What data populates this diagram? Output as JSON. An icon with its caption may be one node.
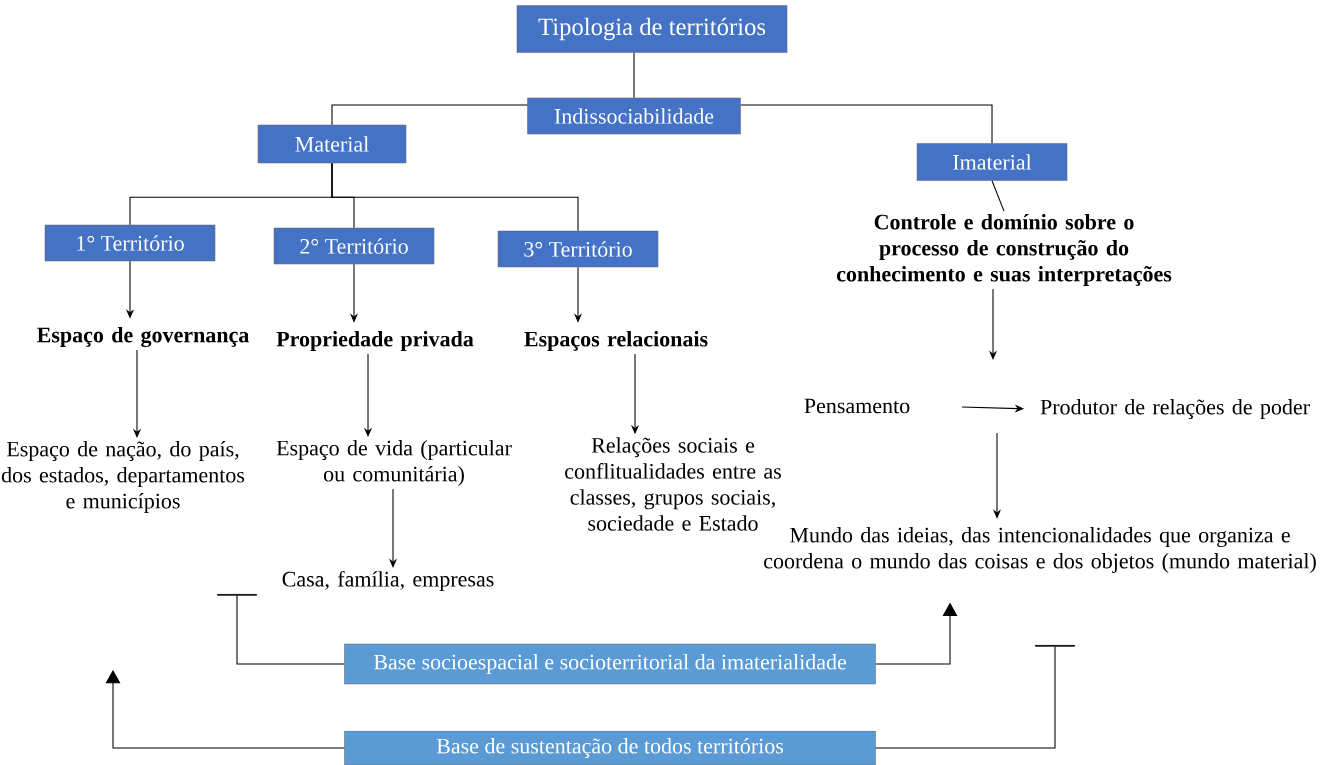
{
  "diagram": {
    "nodes": [
      {
        "text": [
          "Tipologia de territórios"
        ]
      },
      {
        "text": [
          "Indissociabilidade"
        ]
      },
      {
        "text": [
          "Material"
        ]
      },
      {
        "text": [
          "Imaterial"
        ]
      },
      {
        "text": [
          "1° Território"
        ]
      },
      {
        "text": [
          "2° Território"
        ]
      },
      {
        "text": [
          "3° Território"
        ]
      },
      {
        "text": [
          "Espaço de governança"
        ]
      },
      {
        "text": [
          "Propriedade privada"
        ]
      },
      {
        "text": [
          "Espaços relacionais"
        ]
      },
      {
        "text": [
          "Controle e domínio sobre o processo de construção do conhecimento e suas interpretações"
        ]
      },
      {
        "text": [
          "Espaço de nação, do país, dos estados, departamentos e municípios"
        ]
      },
      {
        "text": [
          "Espaço de vida (particular ou comunitária)"
        ]
      },
      {
        "text": [
          "Relações sociais e conflitualidades entre as classes, grupos sociais, sociedade e Estado"
        ]
      },
      {
        "text": [
          "Pensamento"
        ]
      },
      {
        "text": [
          "Produtor de relações de poder"
        ]
      },
      {
        "text": [
          "Casa, família, empresas"
        ]
      },
      {
        "text": [
          "Mundo das ideias, das intencionalidades que organiza e coordena o mundo das coisas e dos objetos (mundo material)"
        ]
      },
      {
        "text": [
          "Base socioespacial e socioterritorial da imaterialidade"
        ]
      },
      {
        "text": [
          "Base de sustentação de todos territórios"
        ]
      }
    ],
    "edges": [
      {
        "from": 0,
        "to": 1,
        "arrow": "none"
      },
      {
        "from": 1,
        "to": 2,
        "arrow": "none"
      },
      {
        "from": 1,
        "to": 3,
        "arrow": "none"
      },
      {
        "from": 2,
        "to": 4,
        "arrow": "none"
      },
      {
        "from": 2,
        "to": 5,
        "arrow": "none"
      },
      {
        "from": 2,
        "to": 6,
        "arrow": "none"
      },
      {
        "from": 3,
        "to": 10,
        "arrow": "none"
      },
      {
        "from": 4,
        "to": 7,
        "arrow": "to"
      },
      {
        "from": 5,
        "to": 8,
        "arrow": "to"
      },
      {
        "from": 6,
        "to": 9,
        "arrow": "to"
      },
      {
        "from": 10,
        "to": null,
        "arrow": "to"
      },
      {
        "from": 7,
        "to": 11,
        "arrow": "to"
      },
      {
        "from": 8,
        "to": 12,
        "arrow": "to"
      },
      {
        "from": 9,
        "to": 13,
        "arrow": "to"
      },
      {
        "from": 14,
        "to": 15,
        "arrow": "to"
      },
      {
        "from": null,
        "to": 17,
        "arrow": "to"
      },
      {
        "from": 12,
        "to": 16,
        "arrow": "to"
      },
      {
        "from": 18,
        "to": 16,
        "arrow": "other"
      },
      {
        "from": 18,
        "to": 17,
        "arrow": "to"
      },
      {
        "from": 19,
        "to": null,
        "arrow": "to"
      },
      {
        "from": 19,
        "to": null,
        "arrow": "other"
      }
    ]
  }
}
